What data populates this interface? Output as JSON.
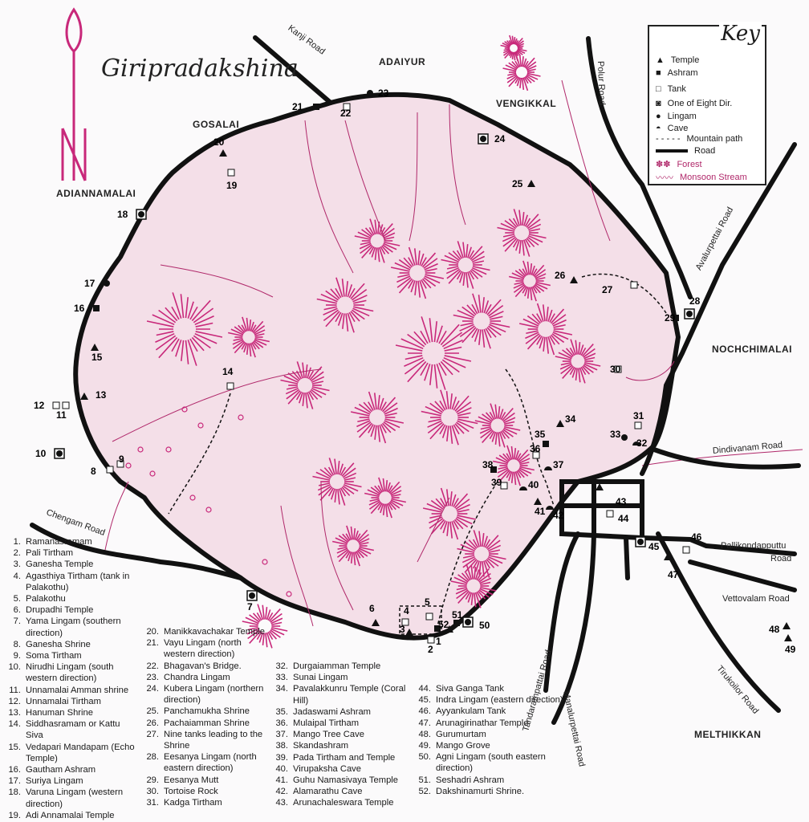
{
  "title": "Giripradakshina",
  "places": {
    "adaiyur": "ADAIYUR",
    "gosalai": "GOSALAI",
    "vengikkal": "VENGIKKAL",
    "adiannamalai": "ADIANNAMALAI",
    "nochchimalai": "NOCHCHIMALAI",
    "melthikkan": "MELTHIKKAN"
  },
  "roads": {
    "kanji": "Kanji Road",
    "polur": "Polur Road",
    "avalurpettai": "Avalurpettai Road",
    "dindivanam": "Dindivanam Road",
    "pallikondapputtu": "Pallikondapputtu",
    "pallikondapputtu2": "Road",
    "vettovalam": "Vettovalam Road",
    "tirukoilor": "Tirukoilor Road",
    "manalurpettai": "Manalurpettai Road",
    "tandarampattai": "Tandarampattai Road",
    "chengam": "Chengam Road"
  },
  "key": {
    "title": "Key",
    "items": [
      "Temple",
      "Ashram",
      "Tank",
      "One of Eight Dir.",
      "Lingam",
      "Cave",
      "Mountain path",
      "Road",
      "Forest",
      "Monsoon Stream"
    ]
  },
  "colors": {
    "mountain_fill": "#f4dfe8",
    "forest": "#c8287a",
    "road": "#1a1a1a"
  },
  "markers": [
    "1",
    "2",
    "3",
    "4",
    "5",
    "6",
    "7",
    "8",
    "9",
    "10",
    "11",
    "12",
    "13",
    "14",
    "15",
    "16",
    "17",
    "18",
    "19",
    "20",
    "21",
    "22",
    "23",
    "24",
    "25",
    "26",
    "27",
    "28",
    "29",
    "30",
    "31",
    "32",
    "33",
    "34",
    "35",
    "36",
    "37",
    "38",
    "39",
    "40",
    "41",
    "42",
    "43",
    "44",
    "45",
    "46",
    "47",
    "48",
    "49",
    "50",
    "51",
    "52"
  ],
  "legend": [
    {
      "n": "1.",
      "t": "Ramanasramam"
    },
    {
      "n": "2.",
      "t": "Pali Tirtham"
    },
    {
      "n": "3.",
      "t": "Ganesha Temple"
    },
    {
      "n": "4.",
      "t": "Agasthiya Tirtham (tank in Palakothu)"
    },
    {
      "n": "5.",
      "t": "Palakothu"
    },
    {
      "n": "6.",
      "t": "Drupadhi Temple"
    },
    {
      "n": "7.",
      "t": "Yama Lingam (southern direction)"
    },
    {
      "n": "8.",
      "t": "Ganesha Shrine"
    },
    {
      "n": "9.",
      "t": "Soma Tirtham"
    },
    {
      "n": "10.",
      "t": "Nirudhi Lingam (south western direction)"
    },
    {
      "n": "11.",
      "t": "Unnamalai Amman shrine"
    },
    {
      "n": "12.",
      "t": "Unnamalai Tirtham"
    },
    {
      "n": "13.",
      "t": "Hanuman Shrine"
    },
    {
      "n": "14.",
      "t": "Siddhasramam or Kattu Siva"
    },
    {
      "n": "15.",
      "t": "Vedapari Mandapam (Echo Temple)"
    },
    {
      "n": "16.",
      "t": "Gautham Ashram"
    },
    {
      "n": "17.",
      "t": "Suriya Lingam"
    },
    {
      "n": "18.",
      "t": "Varuna Lingam (western direction)"
    },
    {
      "n": "19.",
      "t": "Adi Annamalai Temple"
    },
    {
      "n": "20.",
      "t": "Manikkavachakar Temple"
    },
    {
      "n": "21.",
      "t": "Vayu Lingam (north western direction)"
    },
    {
      "n": "22.",
      "t": "Bhagavan's Bridge."
    },
    {
      "n": "23.",
      "t": "Chandra Lingam"
    },
    {
      "n": "24.",
      "t": "Kubera Lingam (northern direction)"
    },
    {
      "n": "25.",
      "t": "Panchamukha Shrine"
    },
    {
      "n": "26.",
      "t": "Pachaiamman Shrine"
    },
    {
      "n": "27.",
      "t": "Nine tanks leading to the Shrine"
    },
    {
      "n": "28.",
      "t": "Eesanya Lingam (north eastern direction)"
    },
    {
      "n": "29.",
      "t": "Eesanya Mutt"
    },
    {
      "n": "30.",
      "t": "Tortoise Rock"
    },
    {
      "n": "31.",
      "t": "Kadga Tirtham"
    },
    {
      "n": "32.",
      "t": "Durgaiamman Temple"
    },
    {
      "n": "33.",
      "t": "Sunai Lingam"
    },
    {
      "n": "34.",
      "t": "Pavalakkunru Temple (Coral Hill)"
    },
    {
      "n": "35.",
      "t": "Jadaswami Ashram"
    },
    {
      "n": "36.",
      "t": "Mulaipal Tirtham"
    },
    {
      "n": "37.",
      "t": "Mango Tree Cave"
    },
    {
      "n": "38.",
      "t": "Skandashram"
    },
    {
      "n": "39.",
      "t": "Pada Tirtham and Temple"
    },
    {
      "n": "40.",
      "t": "Virupaksha Cave"
    },
    {
      "n": "41.",
      "t": "Guhu Namasivaya Temple"
    },
    {
      "n": "42.",
      "t": "Alamarathu Cave"
    },
    {
      "n": "43.",
      "t": "Arunachaleswara Temple"
    },
    {
      "n": "44.",
      "t": "Siva Ganga Tank"
    },
    {
      "n": "45.",
      "t": "Indra Lingam (eastern direction)"
    },
    {
      "n": "46.",
      "t": "Ayyankulam Tank"
    },
    {
      "n": "47.",
      "t": "Arunagirinathar Temple"
    },
    {
      "n": "48.",
      "t": "Gurumurtam"
    },
    {
      "n": "49.",
      "t": "Mango Grove"
    },
    {
      "n": "50.",
      "t": "Agni Lingam (south eastern direction)"
    },
    {
      "n": "51.",
      "t": "Seshadri Ashram"
    },
    {
      "n": "52.",
      "t": "Dakshinamurti Shrine."
    }
  ]
}
